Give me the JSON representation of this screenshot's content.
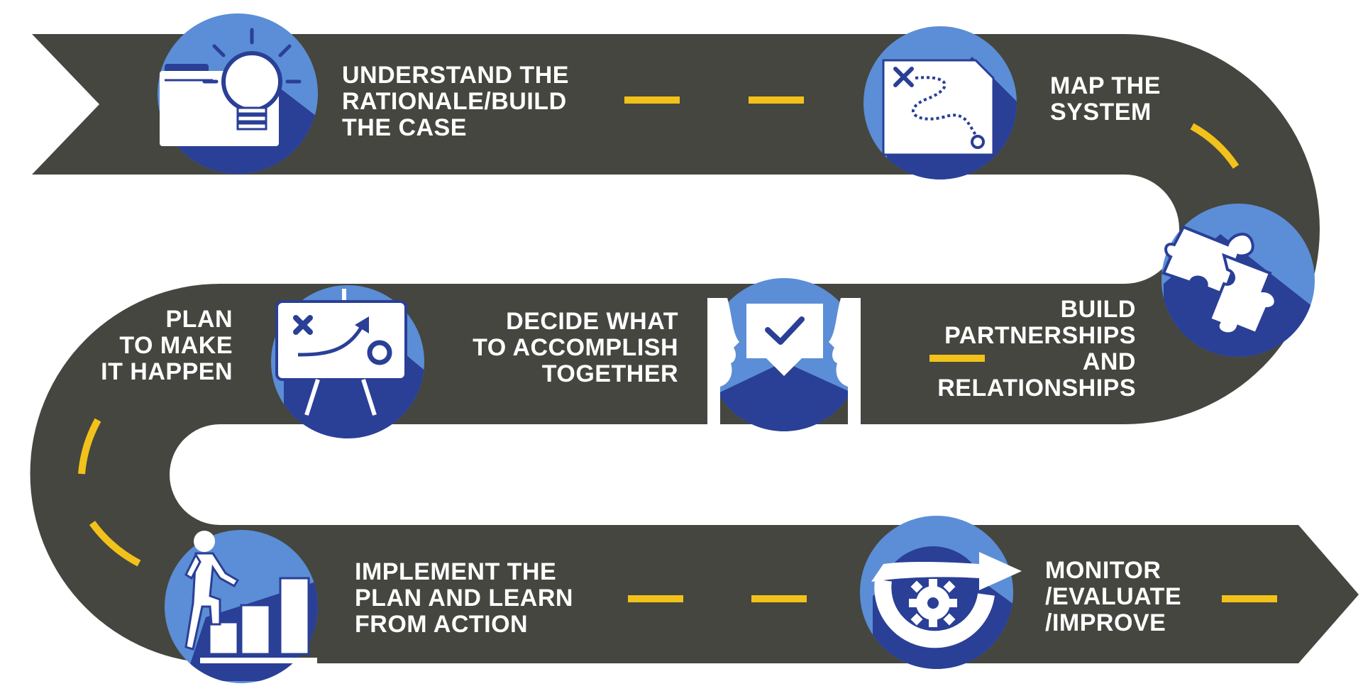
{
  "colors": {
    "road": "#45463f",
    "dash": "#f2c21b",
    "circle_light": "#5b8ed6",
    "circle_dark": "#2a3f96",
    "icon": "#ffffff",
    "background": "#ffffff",
    "text": "#ffffff"
  },
  "steps": [
    {
      "lines": [
        "UNDERSTAND THE",
        "RATIONALE/BUILD",
        "THE CASE"
      ],
      "icon": "folder-lightbulb-icon"
    },
    {
      "lines": [
        "MAP THE",
        "SYSTEM"
      ],
      "icon": "treasure-map-icon"
    },
    {
      "lines": [
        "BUILD",
        "PARTNERSHIPS",
        "AND",
        "RELATIONSHIPS"
      ],
      "icon": "puzzle-pieces-icon"
    },
    {
      "lines": [
        "DECIDE WHAT",
        "TO ACCOMPLISH",
        "TOGETHER"
      ],
      "icon": "two-faces-speech-bubble-icon"
    },
    {
      "lines": [
        "PLAN",
        "TO MAKE",
        "IT HAPPEN"
      ],
      "icon": "strategy-board-icon"
    },
    {
      "lines": [
        "IMPLEMENT THE",
        "PLAN AND LEARN",
        "FROM ACTION"
      ],
      "icon": "person-climbing-stairs-icon"
    },
    {
      "lines": [
        "MONITOR",
        "/EVALUATE",
        "/IMPROVE"
      ],
      "icon": "gear-cycle-arrow-icon"
    }
  ]
}
